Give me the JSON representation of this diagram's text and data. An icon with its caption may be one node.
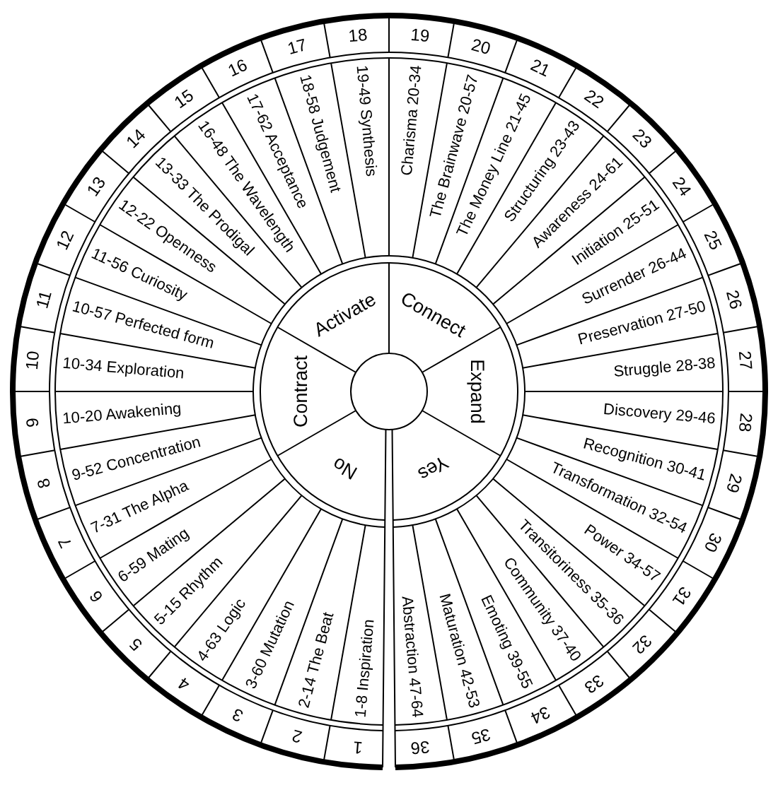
{
  "diagram": {
    "nodes": [
      {
        "text": [
          "1"
        ]
      },
      {
        "text": [
          "2"
        ]
      },
      {
        "text": [
          "3"
        ]
      },
      {
        "text": [
          "4"
        ]
      },
      {
        "text": [
          "5"
        ]
      },
      {
        "text": [
          "6"
        ]
      },
      {
        "text": [
          "7"
        ]
      },
      {
        "text": [
          "8"
        ]
      },
      {
        "text": [
          "9"
        ]
      },
      {
        "text": [
          "10"
        ]
      },
      {
        "text": [
          "11"
        ]
      },
      {
        "text": [
          "12"
        ]
      },
      {
        "text": [
          "13"
        ]
      },
      {
        "text": [
          "14"
        ]
      },
      {
        "text": [
          "15"
        ]
      },
      {
        "text": [
          "16"
        ]
      },
      {
        "text": [
          "17"
        ]
      },
      {
        "text": [
          "18"
        ]
      },
      {
        "text": [
          "19"
        ]
      },
      {
        "text": [
          "20"
        ]
      },
      {
        "text": [
          "21"
        ]
      },
      {
        "text": [
          "22"
        ]
      },
      {
        "text": [
          "23"
        ]
      },
      {
        "text": [
          "24"
        ]
      },
      {
        "text": [
          "25"
        ]
      },
      {
        "text": [
          "26"
        ]
      },
      {
        "text": [
          "27"
        ]
      },
      {
        "text": [
          "28"
        ]
      },
      {
        "text": [
          "29"
        ]
      },
      {
        "text": [
          "30"
        ]
      },
      {
        "text": [
          "31"
        ]
      },
      {
        "text": [
          "32"
        ]
      },
      {
        "text": [
          "33"
        ]
      },
      {
        "text": [
          "34"
        ]
      },
      {
        "text": [
          "35"
        ]
      },
      {
        "text": [
          "36"
        ]
      },
      {
        "text": [
          "1-8 Inspiration"
        ]
      },
      {
        "text": [
          "2-14 The Beat"
        ]
      },
      {
        "text": [
          "3-60 Mutation"
        ]
      },
      {
        "text": [
          "4-63 Logic"
        ]
      },
      {
        "text": [
          "5-15 Rhythm"
        ]
      },
      {
        "text": [
          "6-59 Mating"
        ]
      },
      {
        "text": [
          "7-31 The Alpha"
        ]
      },
      {
        "text": [
          "9-52 Concentration"
        ]
      },
      {
        "text": [
          "10-20 Awakening"
        ]
      },
      {
        "text": [
          "10-34 Exploration"
        ]
      },
      {
        "text": [
          "10-57 Perfected form"
        ]
      },
      {
        "text": [
          "11-56 Curiosity"
        ]
      },
      {
        "text": [
          "12-22 Openness"
        ]
      },
      {
        "text": [
          "13-33 The Prodigal"
        ]
      },
      {
        "text": [
          "16-48 The Wavelength"
        ]
      },
      {
        "text": [
          "17-62 Acceptance"
        ]
      },
      {
        "text": [
          "18-58 Judgement"
        ]
      },
      {
        "text": [
          "19-49 Synthesis"
        ]
      },
      {
        "text": [
          "Charisma 20-34"
        ]
      },
      {
        "text": [
          "The Brainwave 20-57"
        ]
      },
      {
        "text": [
          "The Money Line 21-45"
        ]
      },
      {
        "text": [
          "Structuring 23-43"
        ]
      },
      {
        "text": [
          "Awareness 24-61"
        ]
      },
      {
        "text": [
          "Initiation 25-51"
        ]
      },
      {
        "text": [
          "Surrender 26-44"
        ]
      },
      {
        "text": [
          "Preservation 27-50"
        ]
      },
      {
        "text": [
          "Struggle 28-38"
        ]
      },
      {
        "text": [
          "Discovery 29-46"
        ]
      },
      {
        "text": [
          "Recognition 30-41"
        ]
      },
      {
        "text": [
          "Transformation 32-54"
        ]
      },
      {
        "text": [
          "Power 34-57"
        ]
      },
      {
        "text": [
          "Transitoriness 35-36"
        ]
      },
      {
        "text": [
          "Community 37-40"
        ]
      },
      {
        "text": [
          "Emoting 39-55"
        ]
      },
      {
        "text": [
          "Maturation 42-53"
        ]
      },
      {
        "text": [
          "Abstraction 47-64"
        ]
      },
      {
        "text": [
          "No"
        ]
      },
      {
        "text": [
          "Contract"
        ]
      },
      {
        "text": [
          "Activate"
        ]
      },
      {
        "text": [
          "Connect"
        ]
      },
      {
        "text": [
          "Expand"
        ]
      },
      {
        "text": [
          "Yes"
        ]
      }
    ]
  }
}
